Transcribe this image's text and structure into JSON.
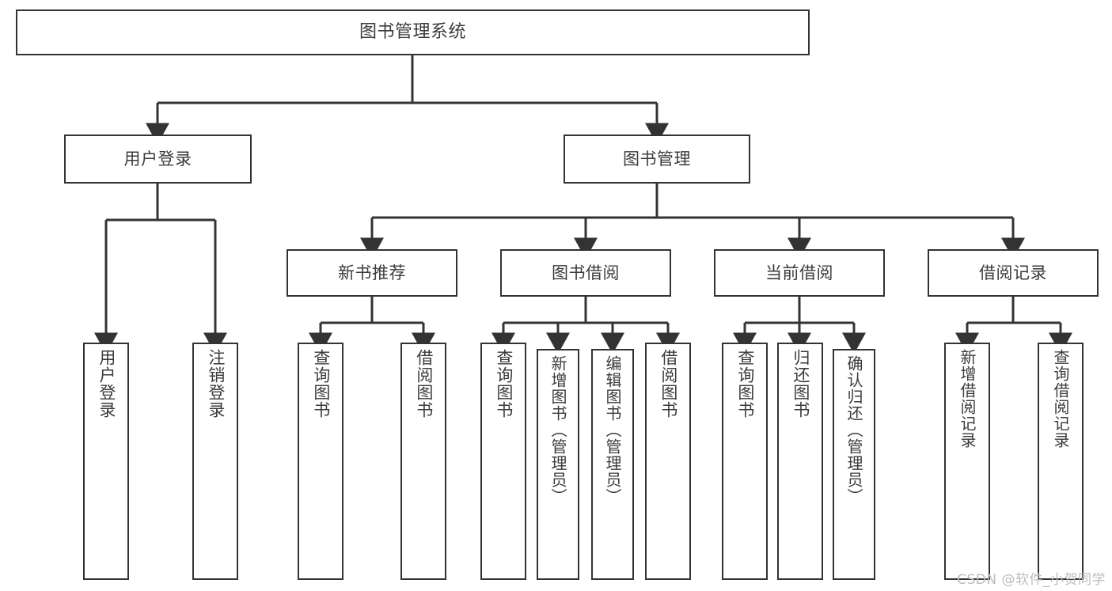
{
  "diagram": {
    "title": "图书管理系统",
    "type": "tree",
    "levels": 4,
    "root": {
      "label": "图书管理系统"
    },
    "level2": [
      {
        "label": "用户登录"
      },
      {
        "label": "图书管理"
      }
    ],
    "level3": [
      {
        "label": "新书推荐"
      },
      {
        "label": "图书借阅"
      },
      {
        "label": "当前借阅"
      },
      {
        "label": "借阅记录"
      }
    ],
    "leaves": {
      "user_login": [
        {
          "label": "用户登录"
        },
        {
          "label": "注销登录"
        }
      ],
      "new_book_recommend": [
        {
          "label": "查询图书"
        },
        {
          "label": "借阅图书"
        }
      ],
      "book_borrow": [
        {
          "label": "查询图书"
        },
        {
          "label": "新增图书（管理员）"
        },
        {
          "label": "编辑图书（管理员）"
        },
        {
          "label": "借阅图书"
        }
      ],
      "current_borrow": [
        {
          "label": "查询图书"
        },
        {
          "label": "归还图书"
        },
        {
          "label": "确认归还（管理员）"
        }
      ],
      "borrow_record": [
        {
          "label": "新增借阅记录"
        },
        {
          "label": "查询借阅记录"
        }
      ]
    }
  },
  "watermark": {
    "text": "CSDN @软件_小贺同学"
  },
  "colors": {
    "border": "#333333",
    "text": "#3b3b3b",
    "background": "#ffffff",
    "watermark": "#bcbcbc"
  }
}
